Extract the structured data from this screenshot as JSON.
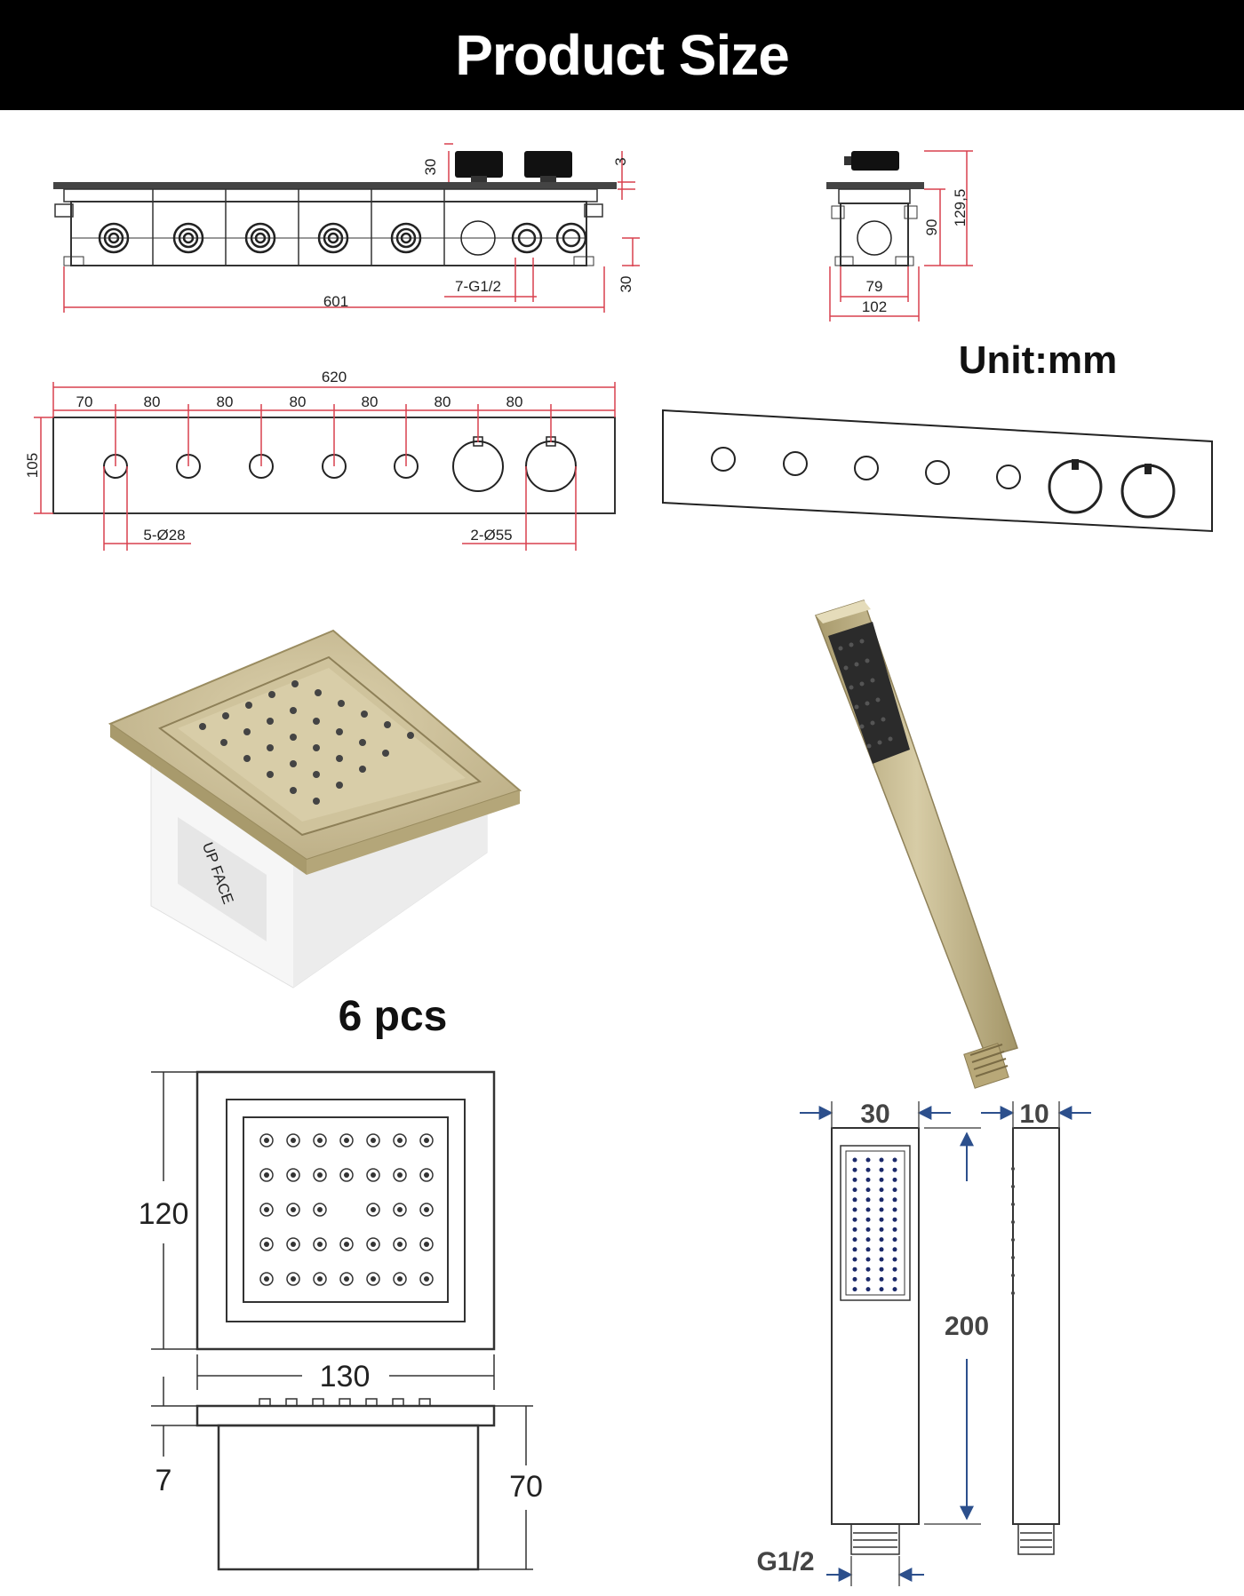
{
  "header": {
    "title": "Product Size"
  },
  "unit_label": "Unit:mm",
  "quantity_label": "6 pcs",
  "upface_label": "UP FACE",
  "valve_front": {
    "dims": {
      "height_top": "30",
      "height_right": "3",
      "height_bottom": "30",
      "thread": "7-G1/2",
      "width": "601"
    }
  },
  "valve_side": {
    "dims": {
      "height_total": "129,5",
      "height_body": "90",
      "inner_width": "79",
      "outer_width": "102"
    }
  },
  "panel": {
    "dims": {
      "total_width": "620",
      "spacing": [
        "70",
        "80",
        "80",
        "80",
        "80",
        "80",
        "80"
      ],
      "height": "105",
      "small_holes": "5-Ø28",
      "large_holes": "2-Ø55"
    }
  },
  "body_jet": {
    "dims": {
      "height": "120",
      "width": "130",
      "thickness": "7",
      "depth": "70"
    }
  },
  "hand_shower": {
    "dims": {
      "width": "30",
      "depth": "10",
      "length": "200",
      "thread": "G1/2"
    }
  },
  "colors": {
    "dimension_line": "#d9414e",
    "brass": "#c9bc96",
    "outline": "#222222",
    "arrow": "#2c4f8c"
  }
}
